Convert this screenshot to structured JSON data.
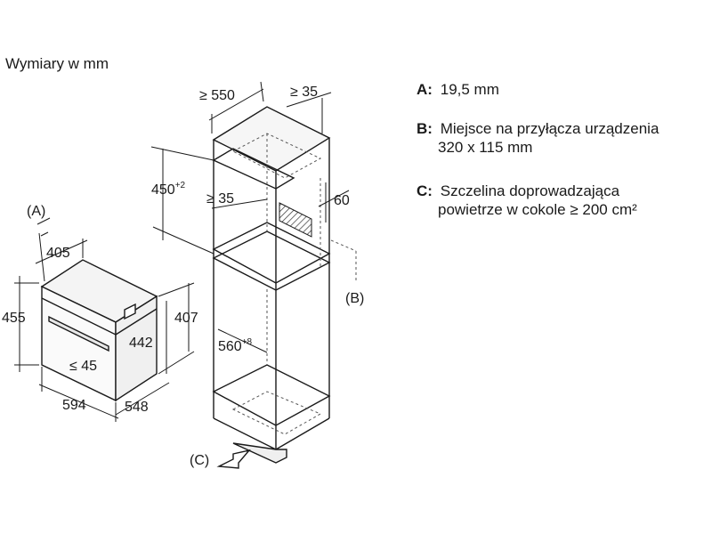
{
  "title": "Wymiary w mm",
  "legend": [
    {
      "key": "A:",
      "line1": "19,5 mm",
      "line2": ""
    },
    {
      "key": "B:",
      "line1": "Miejsce na przyłącza urządzenia",
      "line2": "320 x 115 mm"
    },
    {
      "key": "C:",
      "line1": "Szczelina doprowadzająca",
      "line2": "powietrze w cokole ≥ 200 cm²"
    }
  ],
  "oven_dims": {
    "depth_top": "405",
    "height_total": "455",
    "height_right": "407",
    "front_height": "442",
    "handle": "≤ 45",
    "width": "594",
    "depth": "548",
    "label_a": "(A)"
  },
  "cabinet_dims": {
    "depth": "≥ 550",
    "rear_gap_top": "≥ 35",
    "opening_height": "450",
    "opening_height_tol": "+2",
    "rear_gap": "≥ 35",
    "depth_side": "60",
    "inner_width": "560",
    "inner_width_tol": "+8",
    "label_b": "(B)",
    "label_c": "(C)"
  }
}
